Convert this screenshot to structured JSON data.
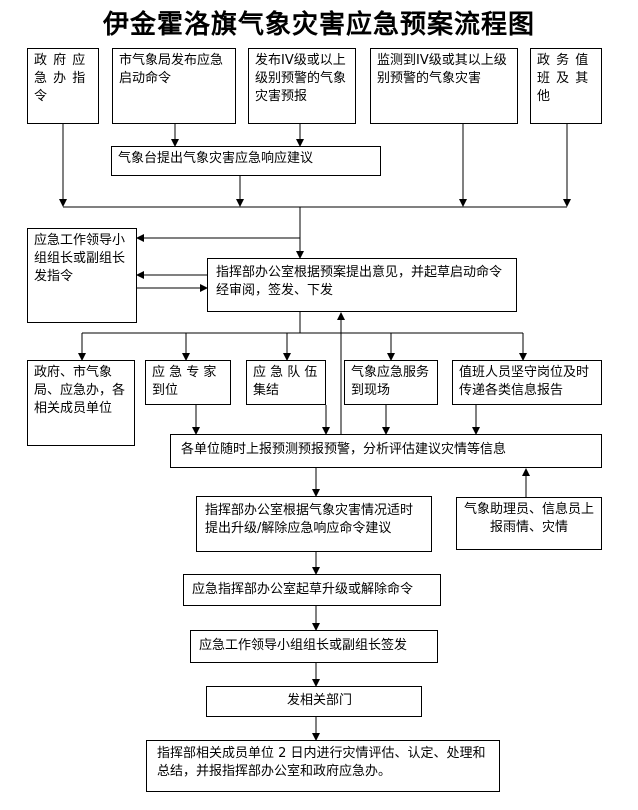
{
  "title": "伊金霍洛旗气象灾害应急预案流程图",
  "boxes": {
    "gov_emergency": "政 府 应 急 办 指 令",
    "city_bureau": "市气象局发布应急启动命令",
    "issue_warning": "发布IV级或以上级别预警的气象灾害预报",
    "monitor": "监测到IV级或其以上级别预警的气象灾害",
    "duty_other": "政 务 值 班 及 其 他",
    "station_suggest": "气象台提出气象灾害应急响应建议",
    "leader_order": "应急工作领导小组组长或副组长发指令",
    "hq_opinion": "指挥部办公室根据预案提出意见，并起草启动命令经审阅，签发、下发",
    "gov_units": "政府、市气象局、应急办，各相关成员单位",
    "expert": "应 急 专 家 到位",
    "team": "应 急 队 伍 集结",
    "service": "气象应急服务到现场",
    "duty_staff": "值班人员坚守岗位及时传递各类信息报告",
    "report": "各单位随时上报预测预报预警，分析评估建议灾情等信息",
    "hq_upgrade": "指挥部办公室根据气象灾害情况适时提出升级/解除应急响应命令建议",
    "assistant": "气象助理员、信息员上报雨情、灾情",
    "draft_cmd": "应急指挥部办公室起草升级或解除命令",
    "leader_sign": "应急工作领导小组组长或副组长签发",
    "send_dept": "发相关部门",
    "final": "指挥部相关成员单位 2 日内进行灾情评估、认定、处理和总结，并报指挥部办公室和政府应急办。"
  }
}
